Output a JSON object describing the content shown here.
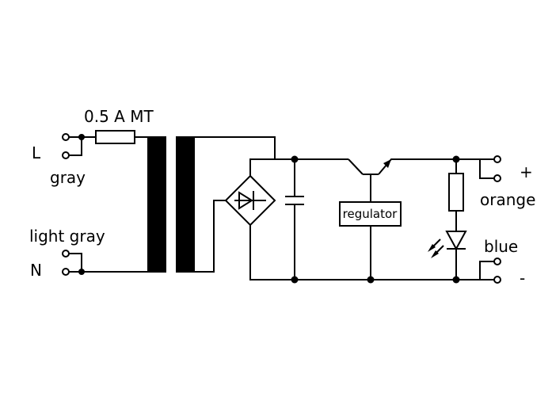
{
  "labels": {
    "fuse": "0.5 A MT",
    "line": "L",
    "gray": "gray",
    "light_gray": "light gray",
    "neutral": "N",
    "plus": "+",
    "orange": "orange",
    "blue": "blue",
    "minus": "-",
    "regulator": "regulator"
  }
}
